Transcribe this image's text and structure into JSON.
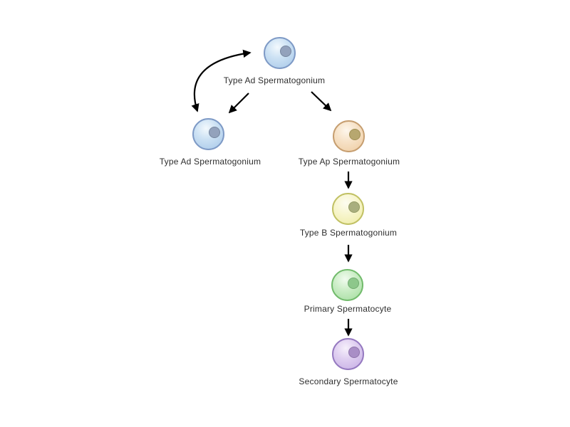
{
  "diagram": {
    "description": "Spermatogenesis cell lineage flow diagram",
    "background_color": "#ffffff",
    "arrow_color": "#000000",
    "label_color": "#2e2e2e",
    "nodes": [
      {
        "id": "type-ad-top",
        "label": "Type Ad Spermatogonium",
        "cell_color": "#cde2f4",
        "border_color": "#7e9ac6",
        "nucleus_color": "#93a2bc"
      },
      {
        "id": "type-ad-left",
        "label": "Type Ad Spermatogonium",
        "cell_color": "#cde2f4",
        "border_color": "#7e9ac6",
        "nucleus_color": "#93a2bc"
      },
      {
        "id": "type-ap",
        "label": "Type Ap Spermatogonium",
        "cell_color": "#f7e3c9",
        "border_color": "#c69e70",
        "nucleus_color": "#b7a76f"
      },
      {
        "id": "type-b",
        "label": "Type B Spermatogonium",
        "cell_color": "#f8f6d0",
        "border_color": "#c1c164",
        "nucleus_color": "#a9ae7e"
      },
      {
        "id": "primary",
        "label": "Primary Spermatocyte",
        "cell_color": "#cdeec8",
        "border_color": "#72bb6c",
        "nucleus_color": "#8dc78b"
      },
      {
        "id": "secondary",
        "label": "Secondary Spermatocyte",
        "cell_color": "#e0d0f1",
        "border_color": "#9579c0",
        "nucleus_color": "#a98ec6"
      }
    ],
    "edges": [
      {
        "from": "type-ad-top",
        "to": "type-ad-left",
        "style": "curved-double-headed-arrow",
        "meaning": "self-renewal"
      },
      {
        "from": "type-ad-top",
        "to": "type-ad-left",
        "style": "straight-arrow"
      },
      {
        "from": "type-ad-top",
        "to": "type-ap",
        "style": "straight-arrow"
      },
      {
        "from": "type-ap",
        "to": "type-b",
        "style": "straight-arrow"
      },
      {
        "from": "type-b",
        "to": "primary",
        "style": "straight-arrow"
      },
      {
        "from": "primary",
        "to": "secondary",
        "style": "straight-arrow"
      }
    ]
  }
}
